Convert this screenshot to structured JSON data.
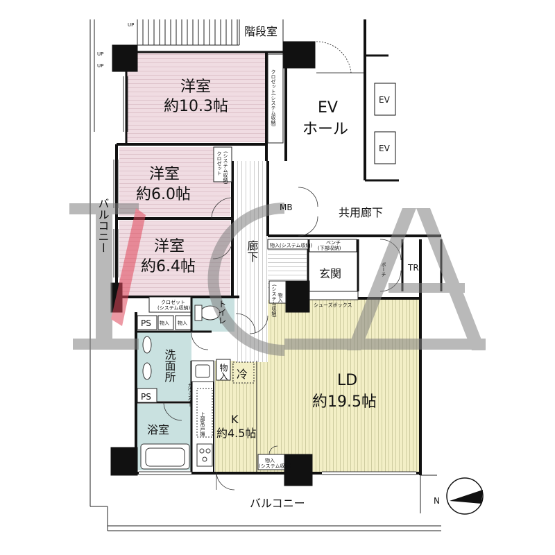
{
  "rooms": {
    "western1_name": "洋室",
    "western1_size": "約10.3帖",
    "western2_name": "洋室",
    "western2_size": "約6.0帖",
    "western3_name": "洋室",
    "western3_size": "約6.4帖",
    "ld_name": "LD",
    "ld_size": "約19.5帖",
    "kitchen_name": "K",
    "kitchen_size": "約4.5帖",
    "washroom": "洗面所",
    "bath": "浴室",
    "toilet": "トイレ",
    "entrance": "玄関",
    "corridor": "廊下"
  },
  "common": {
    "stairs": "階段室",
    "ev_hall_line1": "EV",
    "ev_hall_line2": "ホール",
    "ev1": "EV",
    "ev2": "EV",
    "common_corridor": "共用廊下",
    "mb": "MB",
    "tr": "TR",
    "porch": "ポーチ",
    "up1": "UP",
    "up2": "UP",
    "up3": "UP"
  },
  "storage": {
    "closet_system": "クロゼット(システム収納)",
    "closet2_a": "(システム収納)",
    "closet2_b": "クロゼット",
    "closet3_a": "クロゼット",
    "closet3_b": "(システム収納)",
    "monoire_system": "物入(システム収納)",
    "bench": "ベンチ",
    "bench_sub": "(下部収納)",
    "shoebox": "シューズボックス",
    "monoire": "物入",
    "monoire_v_a": "物入",
    "monoire_v_b": "(システム収納)",
    "ps1": "PS",
    "ps2": "PS",
    "counter": "カウンター",
    "upper_cab": "上部吊戸棚",
    "fridge": "冷",
    "monoire_k": "物入",
    "monoire_lower_a": "物入",
    "monoire_lower_b": "(システム収納)"
  },
  "balcony": {
    "west": "バルコニー",
    "south": "バルコニー"
  },
  "compass": {
    "north": "N"
  },
  "colors": {
    "western": "#f0dce2",
    "western_stripe": "#b88a98",
    "ld": "#f3efc6",
    "ld_stripe": "#8a8a5a",
    "wet": "#c9e1e0",
    "wall": "#111111",
    "watermark": "#808080",
    "watermark_red": "#e0465a"
  }
}
